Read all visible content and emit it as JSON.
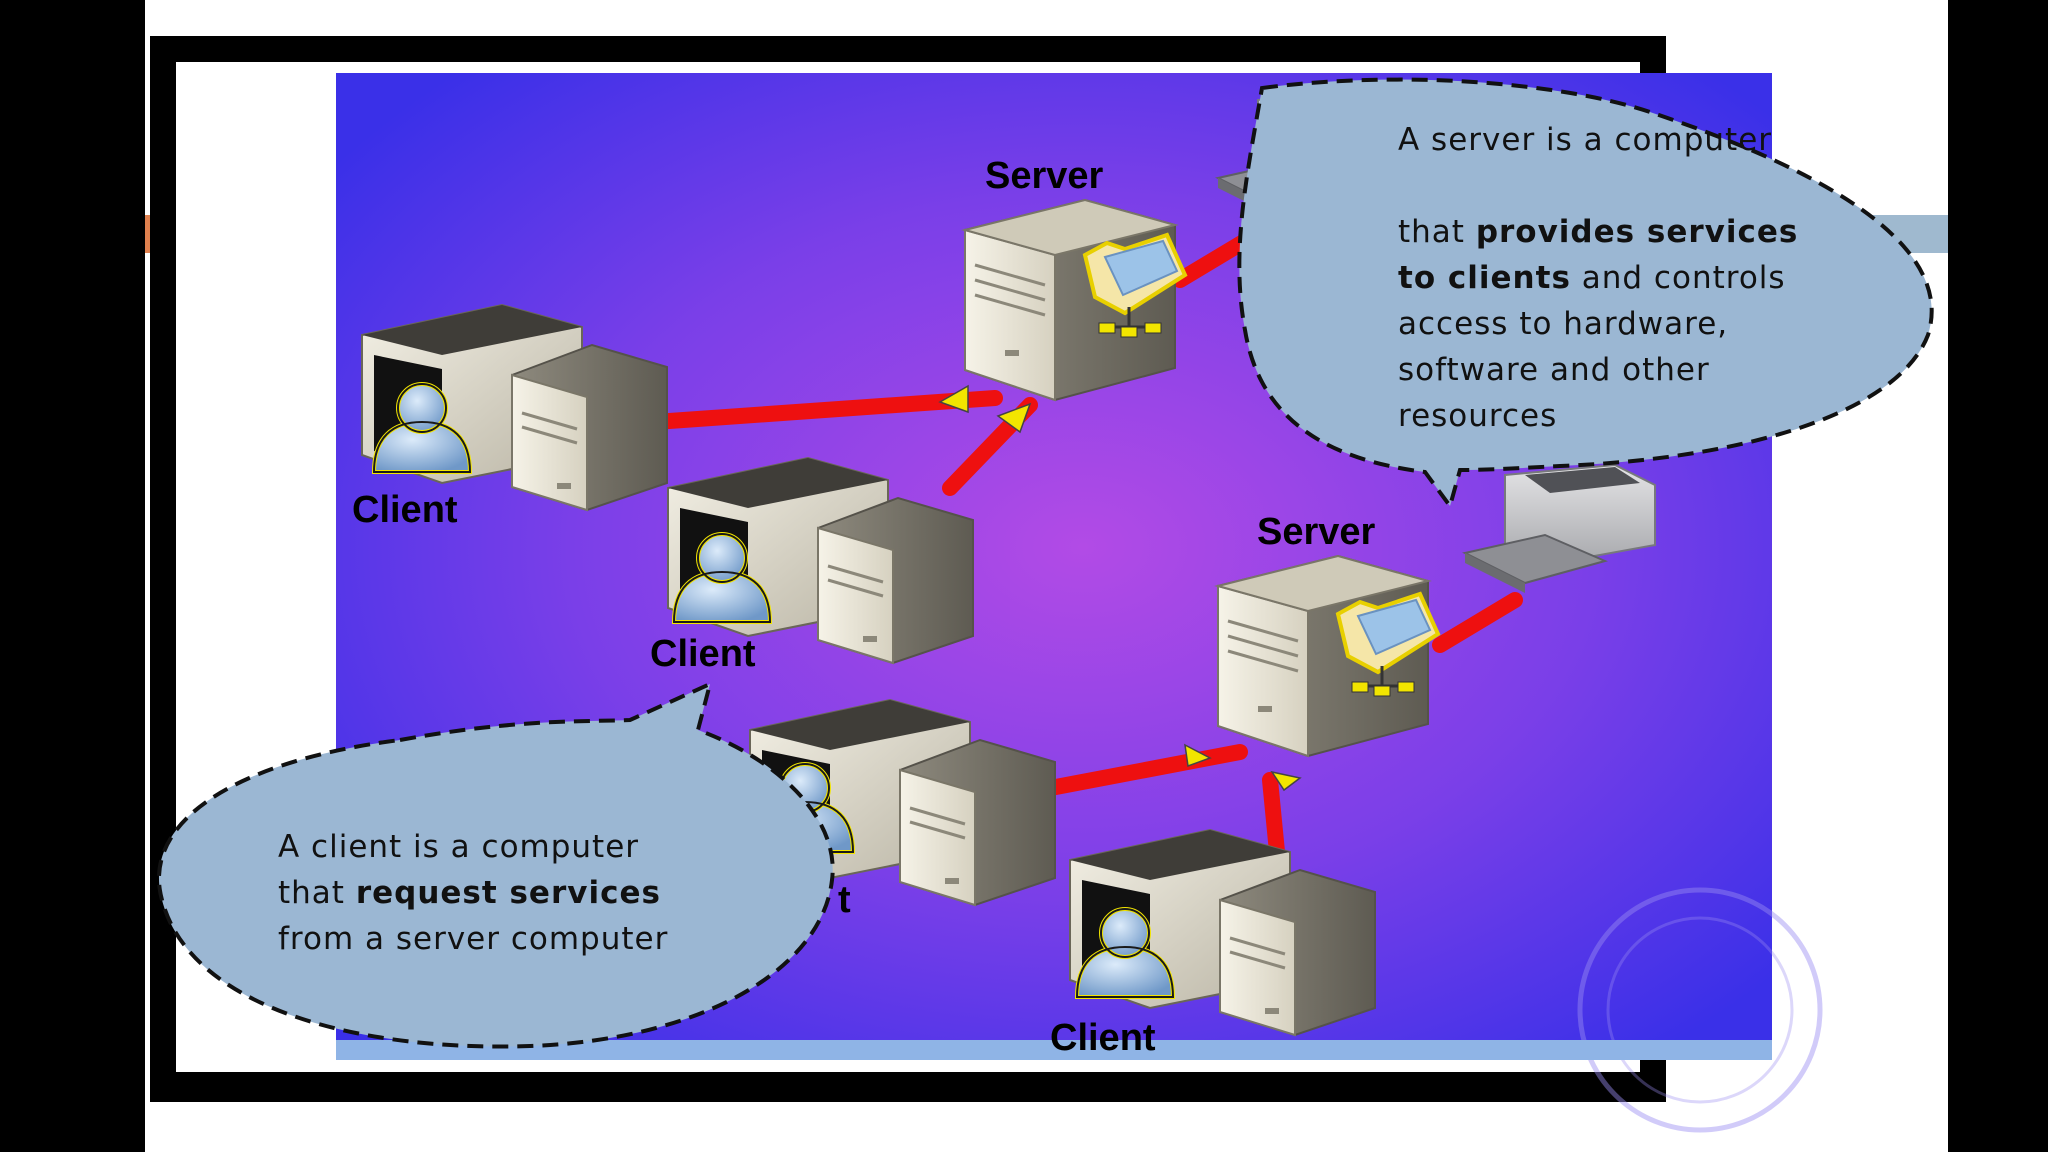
{
  "labels": {
    "server_1": "Server",
    "server_2": "Server",
    "client_1": "Client",
    "client_2": "Client",
    "client_3_partial": "t",
    "client_4": "Client"
  },
  "callouts": {
    "server": {
      "line1": "A server is a computer",
      "line2_pre": "that ",
      "line2_bold": "provides services",
      "line3_bold": "to clients",
      "line3_post": " and controls",
      "line4": "access to hardware,",
      "line5": "software and other",
      "line6": "resources"
    },
    "client": {
      "line1": "A client is a computer",
      "line2_pre": "that ",
      "line2_bold": "request services",
      "line3": "from a server computer"
    }
  },
  "colors": {
    "accent_orange": "#E0814F",
    "accent_blue": "#9FB9CF",
    "link_red": "#EE1010",
    "callout_fill": "#9BB7D3",
    "background_blue": "#3E34E6",
    "background_purple": "#A744E6"
  },
  "icons": [
    "computer-icon",
    "user-icon",
    "server-tower-icon",
    "network-folder-icon",
    "printer-icon"
  ]
}
